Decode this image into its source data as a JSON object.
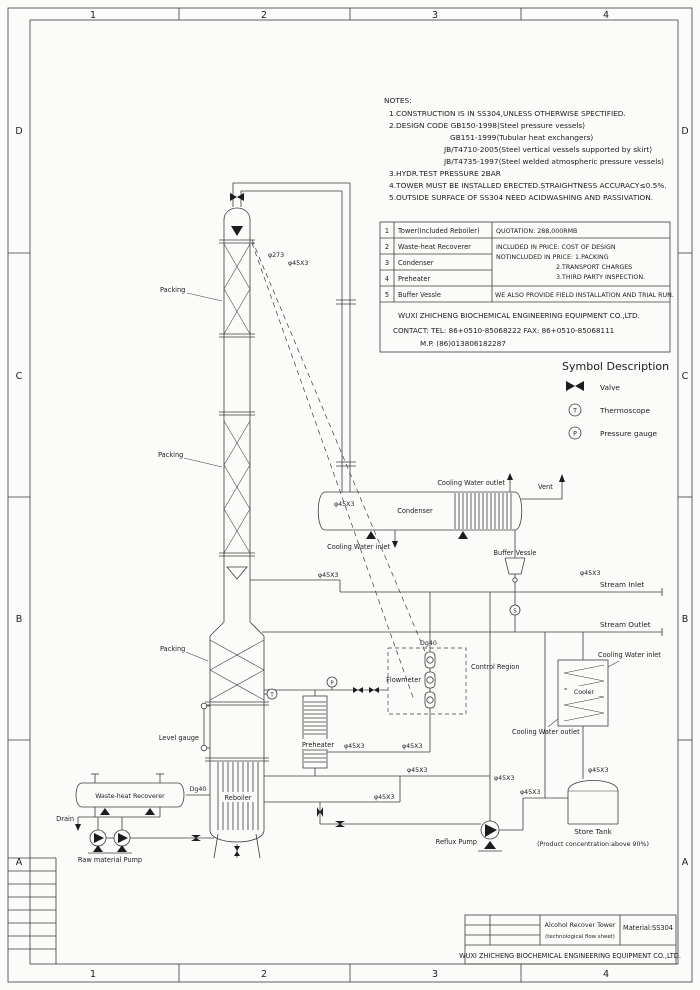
{
  "zones": {
    "cols": [
      "1",
      "2",
      "3",
      "4"
    ],
    "rows": [
      "D",
      "C",
      "B",
      "A"
    ]
  },
  "notes": {
    "title": "NOTES:",
    "lines": [
      "1.CONSTRUCTION IS IN SS304,UNLESS OTHERWISE SPECTIFIED.",
      "2.DESIGN CODE GB150-1998⟨Steel pressure vessels⟩",
      "GB151-1999⟨Tubular heat exchangers⟩",
      "JB/T4710-2005⟨Steel vertical vessels supported by skirt⟩",
      "JB/T4735-1997⟨Steel welded atmospheric pressure vessels⟩",
      "3.HYDR.TEST PRESSURE 2BAR",
      "4.TOWER MUST BE INSTALLED ERECTED.STRAIGHTNESS ACCURACY≤0.5%.",
      "5.OUTSIDE SURFACE OF SS304 NEED ACIDWASHING AND PASSIVATION."
    ]
  },
  "table": {
    "rows": [
      {
        "no": "1",
        "name": "Tower(Included Reboiler)"
      },
      {
        "no": "2",
        "name": "Waste-heat Recoverer"
      },
      {
        "no": "3",
        "name": "Condenser"
      },
      {
        "no": "4",
        "name": "Preheater"
      },
      {
        "no": "5",
        "name": "Buffer Vessle"
      }
    ],
    "quotation": "QUOTATION: 288,000RMB",
    "included": "INCLUDED IN PRICE: COST OF DESIGN",
    "notincluded": "NOTINCLUDED IN PRICE: 1.PACKING",
    "extra2": "2.TRANSPORT CHARGES",
    "extra3": "3.THIRD PARTY INSPECTION.",
    "service": "WE ALSO PROVIDE FIELD INSTALLATION AND TRIAL RUN."
  },
  "contact": {
    "company": "WUXI ZHICHENG BIOCHEMICAL ENGINEERING EQUIPMENT CO.,LTD.",
    "tel": "CONTACT:  TEL: 86+0510-85068222 FAX: 86+0510-85068111",
    "mp": "M.P. (86)013806182287"
  },
  "symbols": {
    "title": "Symbol Description",
    "valve": "Valve",
    "thermoscope": "Thermoscope",
    "pressure": "Pressure gauge",
    "t_letter": "T",
    "p_letter": "P"
  },
  "labels": {
    "packing": "Packing",
    "spec45": "φ45X3",
    "spec273": "φ273",
    "condenser": "Condenser",
    "cw_outlet": "Cooling Water outlet",
    "cw_inlet": "Cooling Water inlet",
    "vent": "Vent",
    "buffer": "Buffer Vessle",
    "stream_inlet": "Stream Inlet",
    "stream_outlet": "Stream Outlet",
    "dg40": "Dg40",
    "flowmeter": "Flowmeter",
    "control_region": "Control Region",
    "cooler": "Cooler",
    "level_gauge": "Level gauge",
    "preheater": "Preheater",
    "waste_heat": "Waste-heat Recoverer",
    "drain": "Drain",
    "reboiler": "Reboiler",
    "raw_pump": "Raw material Pump",
    "reflux_pump": "Reflux Pump",
    "store_tank": "Store Tank",
    "concentration": "(Product concentration:above 90%)",
    "s_letter": "S",
    "t_letter": "T",
    "p_letter": "P"
  },
  "titleblock": {
    "title_line1": "Alcohol Recover Tower",
    "title_line2": "(technological flow sheet)",
    "material": "Material:SS304",
    "company": "WUXI ZHICHENG BIOCHEMICAL ENGINEERING EQUIPMENT CO.,LTD."
  }
}
